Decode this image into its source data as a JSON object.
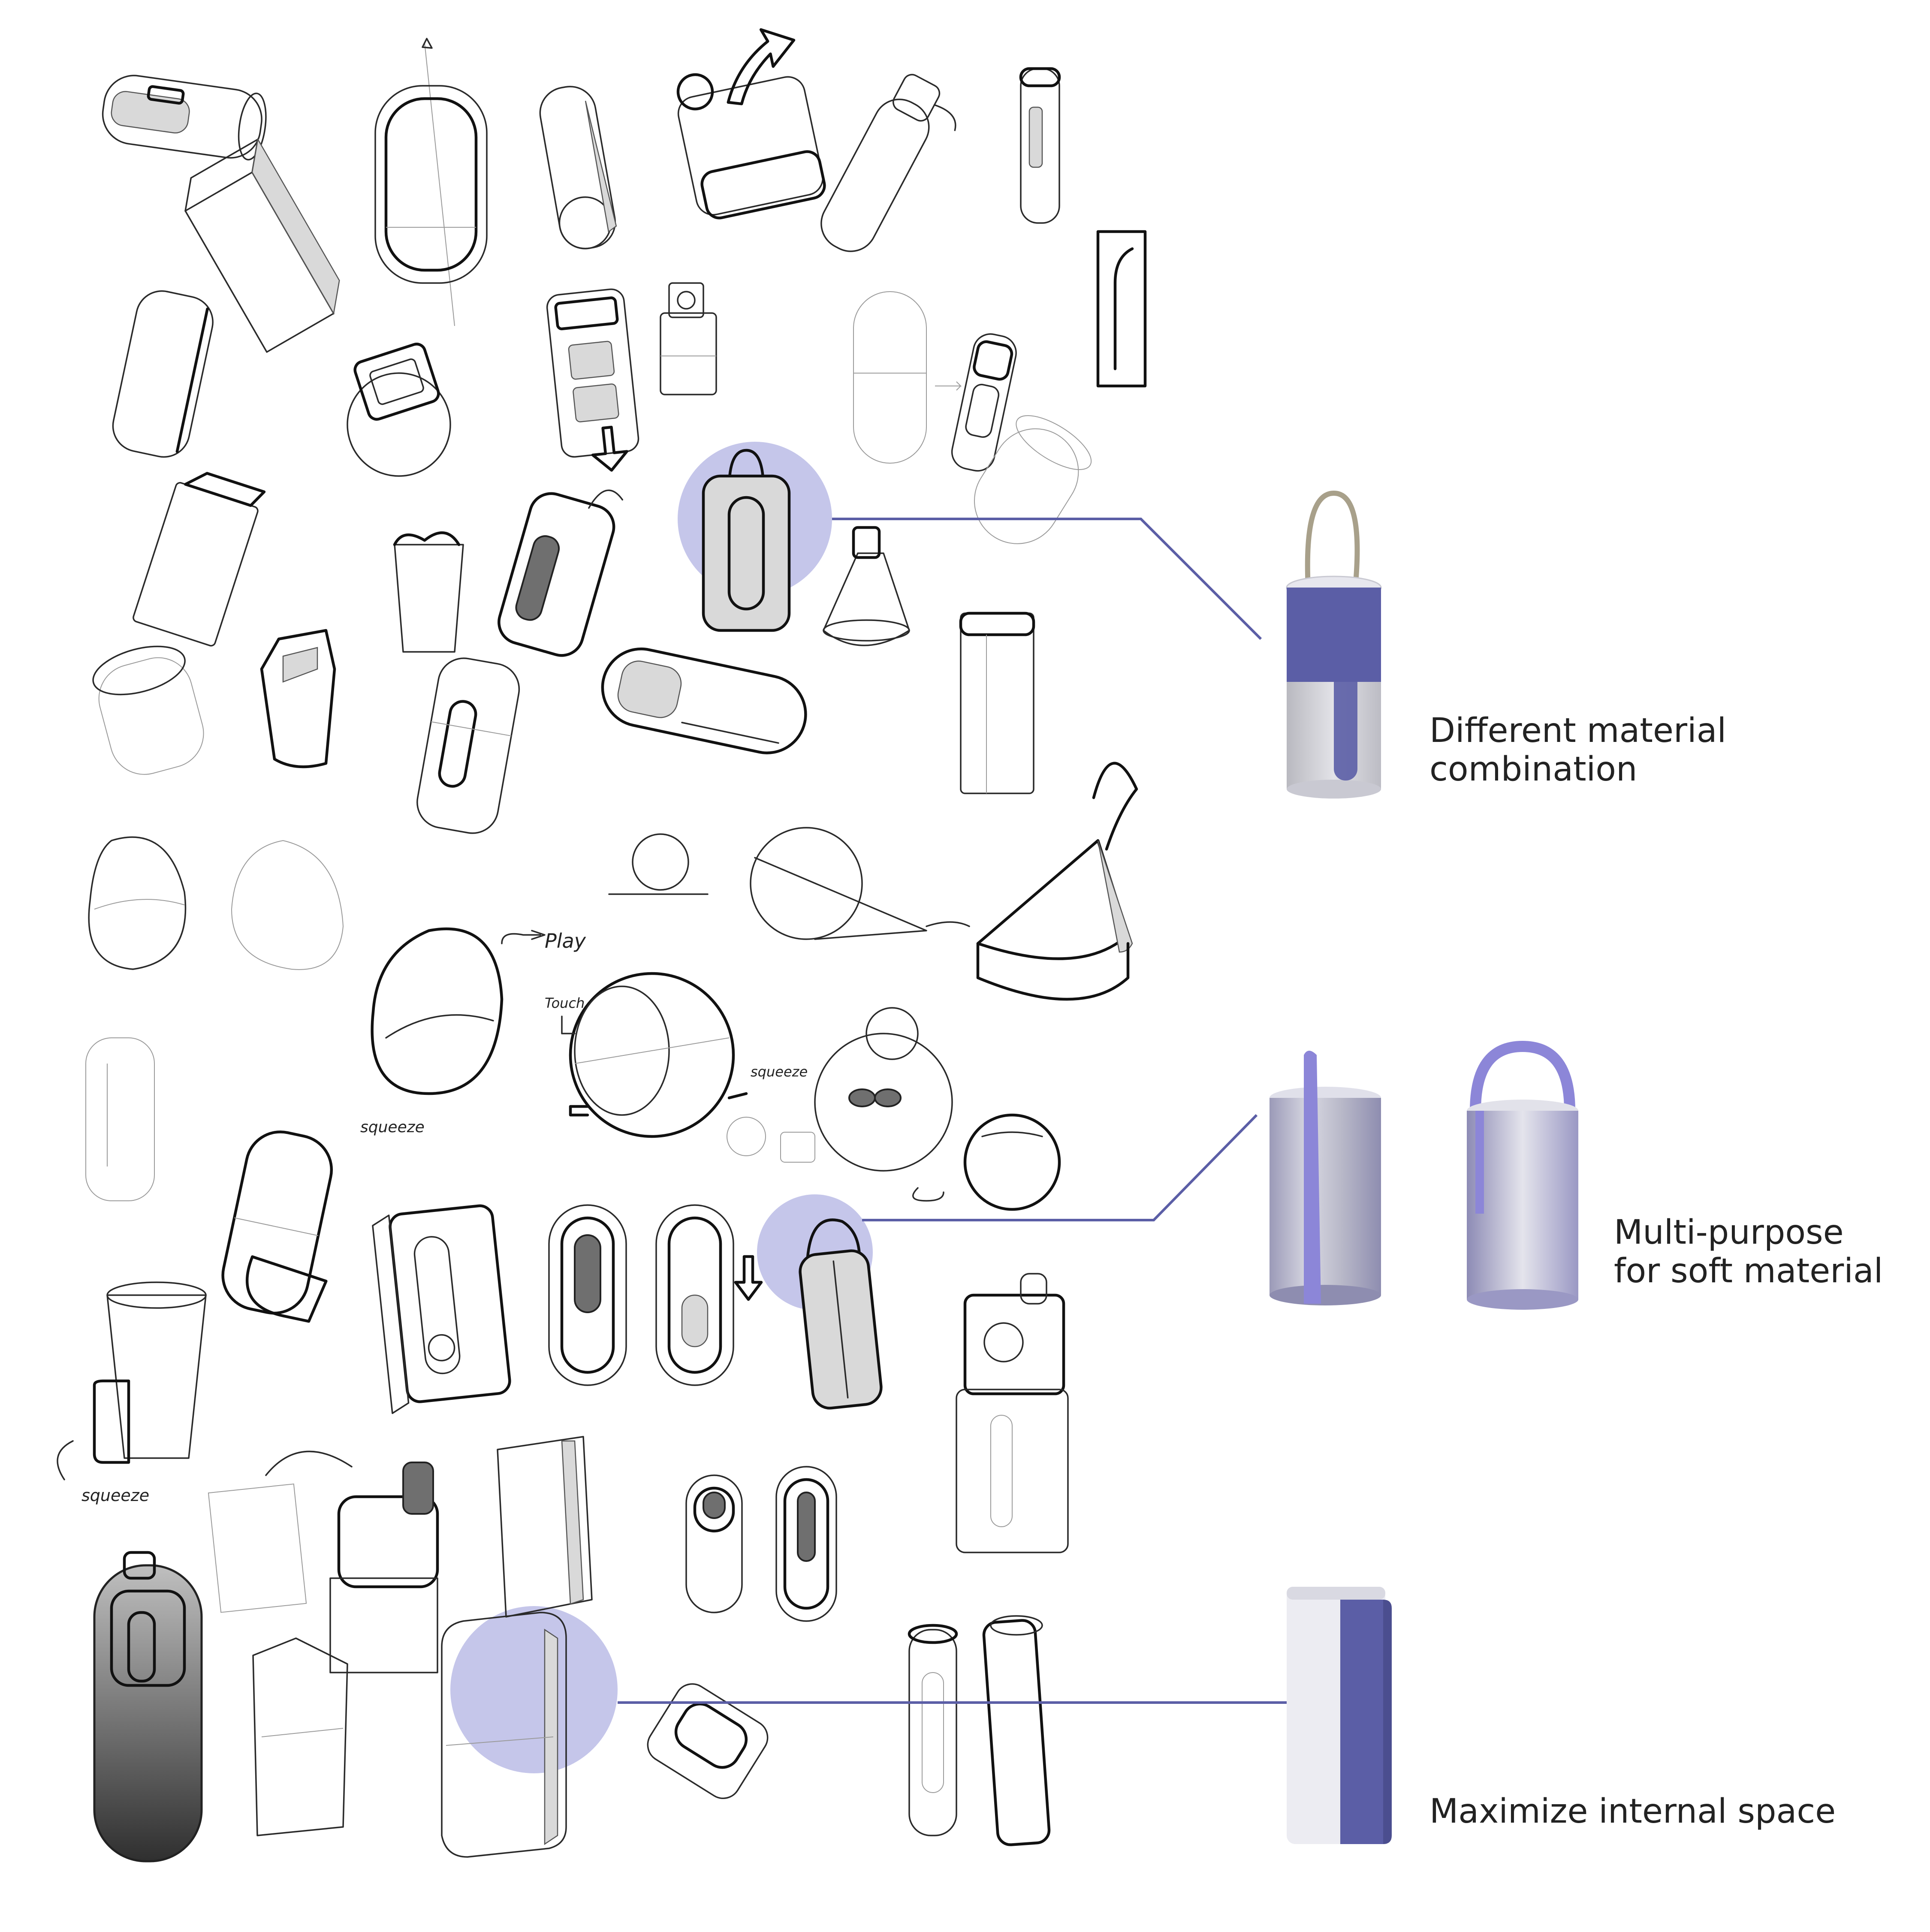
{
  "annotations": {
    "play": "Play",
    "touch": "Touch",
    "squeeze_a": "squeeze",
    "squeeze_b": "squeeze",
    "squeeze_c": "squeeze"
  },
  "callouts": [
    {
      "line1": "Different material",
      "line2": "combination"
    },
    {
      "line1": "Multi-purpose",
      "line2": "for soft material"
    },
    {
      "line1": "Maximize internal space",
      "line2": ""
    }
  ],
  "colors": {
    "accent": "#5b5ea6",
    "highlight_circle": "#c5c6ea",
    "light_grey": "#d4d4d8",
    "white_panel": "#ececf2",
    "ink": "#222222"
  }
}
